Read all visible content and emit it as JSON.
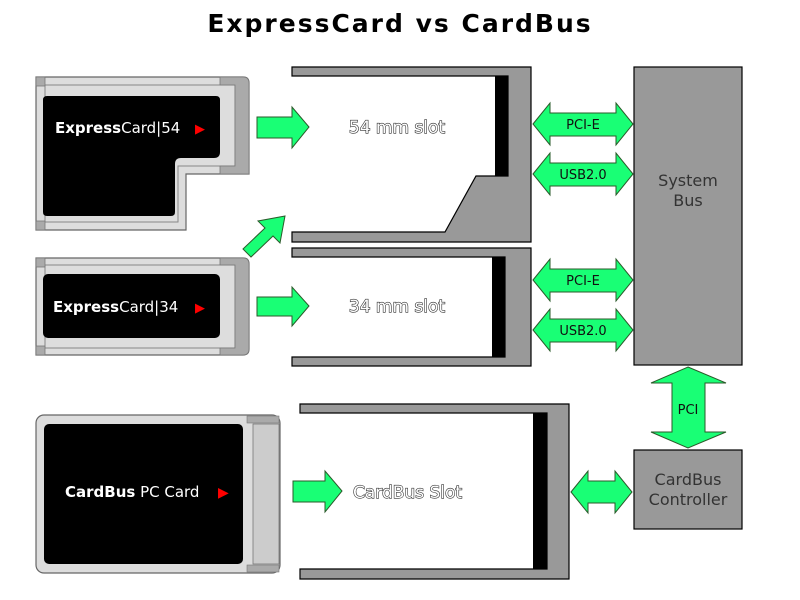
{
  "title": "ExpressCard vs CardBus",
  "colors": {
    "arrow": "#00ff66",
    "slot_gray": "#999999",
    "card_gray": "#dddddd",
    "card_black": "#000000",
    "card_marker": "#ff0000",
    "bus_gray": "#999999"
  },
  "cards": {
    "ec54": {
      "brand_bold": "Express",
      "brand_rest": "Card|54",
      "marker": "▶"
    },
    "ec34": {
      "brand_bold": "Express",
      "brand_rest": "Card|34",
      "marker": "▶"
    },
    "cardbus": {
      "brand_bold": "CardBus",
      "brand_rest": " PC Card",
      "marker": "▶"
    }
  },
  "slots": {
    "s54": "54 mm slot",
    "s34": "34 mm slot",
    "cardbus": "CardBus Slot"
  },
  "buses": {
    "system_line1": "System",
    "system_line2": "Bus",
    "controller_line1": "CardBus",
    "controller_line2": "Controller"
  },
  "links": {
    "s54_pcie": "PCI-E",
    "s54_usb": "USB2.0",
    "s34_pcie": "PCI-E",
    "s34_usb": "USB2.0",
    "pci": "PCI"
  }
}
